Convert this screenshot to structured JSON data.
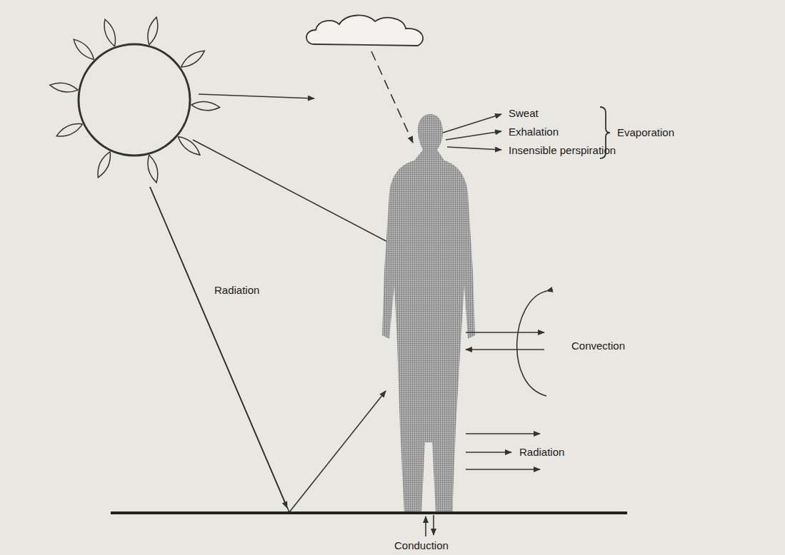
{
  "diagram": {
    "labels": [
      "Sweat",
      "Exhalation",
      "Insensible perspiration",
      "Evaporation",
      "Radiation",
      "Convection",
      "Radiation",
      "Conduction"
    ]
  }
}
